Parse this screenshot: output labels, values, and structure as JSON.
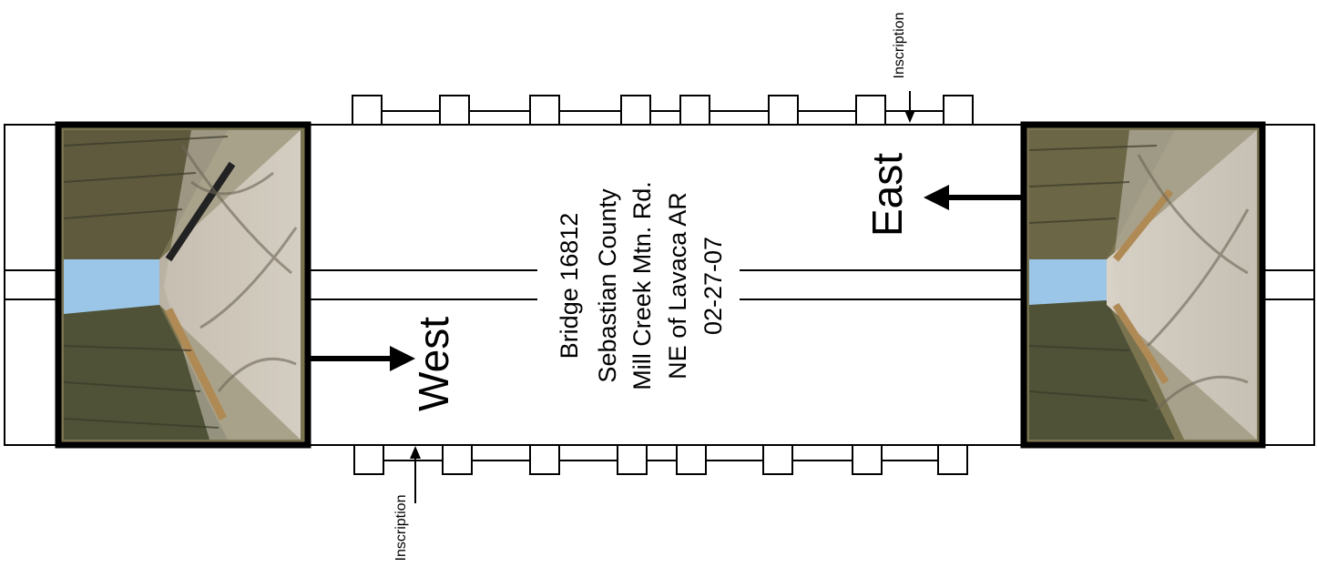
{
  "center_text": {
    "line1": "Bridge 16812",
    "line2": "Sebastian  County",
    "line3": "Mill Creek Mtn. Rd.",
    "line4": "NE of Lavaca AR",
    "line5": "02-27-07"
  },
  "labels": {
    "west": "West",
    "east": "East",
    "inscription_top": "Inscription",
    "inscription_bottom": "Inscription"
  },
  "photos": {
    "west": "west-view-photo",
    "east": "east-view-photo"
  },
  "colors": {
    "line": "#000000",
    "sky": "#9cc6e8",
    "road": "#c9c2b6",
    "trees": "#5f5a3e"
  }
}
